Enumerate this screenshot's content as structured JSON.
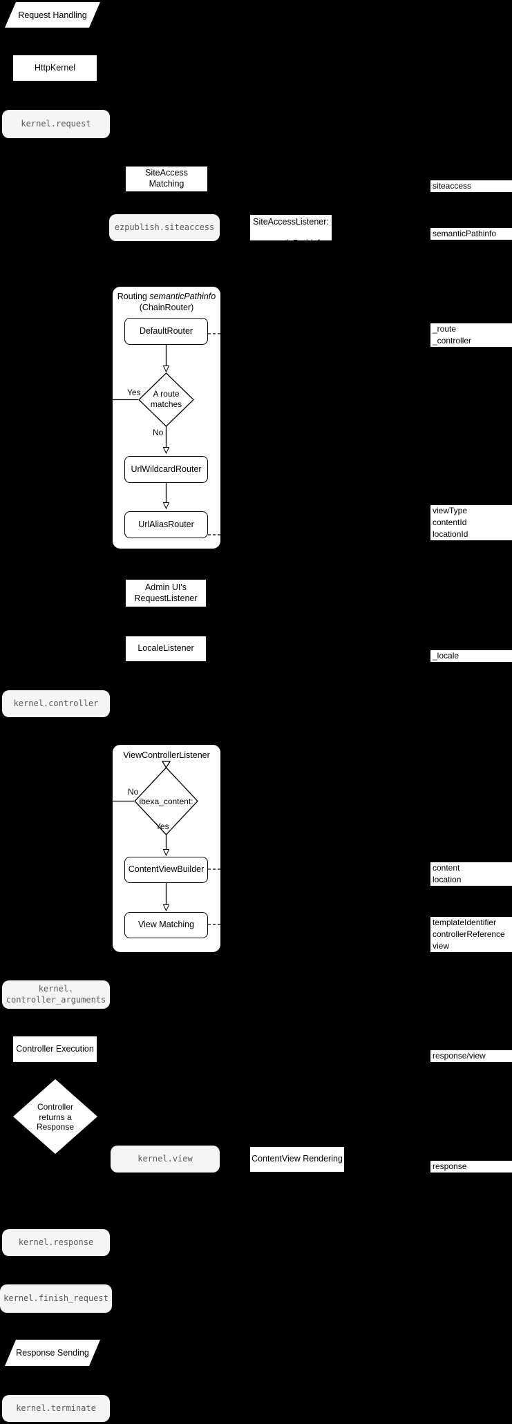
{
  "colors": {
    "background": "#000000",
    "node_fill": "#ffffff",
    "node_border": "#000000",
    "event_fill": "#f5f5f5",
    "event_text": "#595959",
    "side_label_fill": "#ffffff",
    "side_label_text": "#000000"
  },
  "nodes": {
    "request_handling": {
      "label": "Request Handling"
    },
    "http_kernel": {
      "label": "HttpKernel"
    },
    "kernel_request": {
      "label": "kernel.request"
    },
    "siteaccess_matching": {
      "label": "SiteAccess Matching"
    },
    "ezpublish_siteaccess": {
      "label": "ezpublish.siteaccess"
    },
    "siteaccess_listener": {
      "line1": "SiteAccessListener:",
      "line2": "semanticPathinfo"
    },
    "routing": {
      "title_prefix": "Routing ",
      "title_italic": "semanticPathinfo",
      "title_line2": "(ChainRouter)"
    },
    "default_router": {
      "label": "DefaultRouter"
    },
    "route_matches": {
      "label": "A route\nmatches",
      "yes": "Yes",
      "no": "No"
    },
    "url_wildcard_router": {
      "label": "UrlWildcardRouter"
    },
    "url_alias_router": {
      "label": "UrlAliasRouter"
    },
    "admin_request_listener": {
      "label": "Admin UI's\nRequestListener"
    },
    "locale_listener": {
      "label": "LocaleListener"
    },
    "kernel_controller": {
      "label": "kernel.controller"
    },
    "view_controller_listener": {
      "title": "ViewControllerListener"
    },
    "ibexa_content": {
      "label": "ibexa_content:",
      "yes": "Yes",
      "no": "No"
    },
    "content_view_builder": {
      "label": "ContentViewBuilder"
    },
    "view_matching": {
      "label": "View Matching"
    },
    "kernel_controller_arguments": {
      "label": "kernel.\ncontroller_arguments"
    },
    "controller_execution": {
      "label": "Controller Execution"
    },
    "controller_returns_response": {
      "label": "Controller\nreturns a\nResponse"
    },
    "kernel_view": {
      "label": "kernel.view"
    },
    "contentview_rendering": {
      "label": "ContentView Rendering"
    },
    "kernel_response": {
      "label": "kernel.response"
    },
    "kernel_finish_request": {
      "label": "kernel.finish_request"
    },
    "response_sending": {
      "label": "Response Sending"
    },
    "kernel_terminate": {
      "label": "kernel.terminate"
    }
  },
  "side_labels": {
    "siteaccess": {
      "lines": [
        "siteaccess"
      ]
    },
    "semantic_pathinfo": {
      "lines": [
        "semanticPathinfo"
      ]
    },
    "route": {
      "lines": [
        "_route",
        "_controller"
      ]
    },
    "view_params": {
      "lines": [
        "viewType",
        "contentId",
        "locationId"
      ]
    },
    "locale": {
      "lines": [
        "_locale"
      ]
    },
    "content": {
      "lines": [
        "content",
        "location"
      ]
    },
    "template": {
      "lines": [
        "templateIdentifier",
        "controllerReference",
        "view"
      ]
    },
    "response_view": {
      "lines": [
        "response/view"
      ]
    },
    "response": {
      "lines": [
        "response"
      ]
    }
  }
}
